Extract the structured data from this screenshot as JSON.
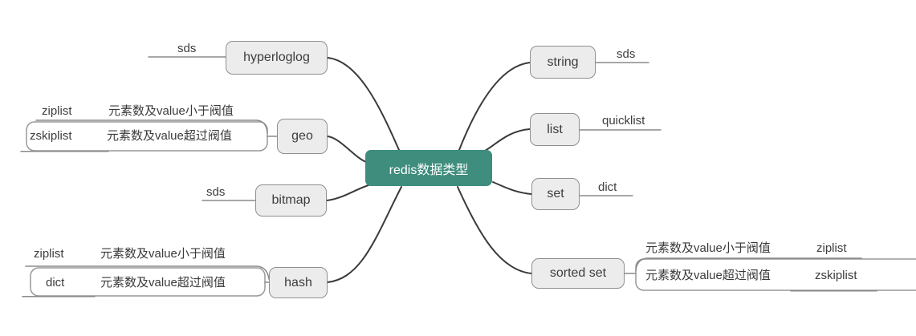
{
  "mindmap": {
    "root": {
      "label": "redis数据类型"
    },
    "left": [
      {
        "label": "hyperloglog",
        "children": [
          {
            "leaf": "sds"
          }
        ]
      },
      {
        "label": "geo",
        "children": [
          {
            "label": "元素数及value小于阀值",
            "leaf": "ziplist"
          },
          {
            "label": "元素数及value超过阀值",
            "leaf": "zskiplist"
          }
        ]
      },
      {
        "label": "bitmap",
        "children": [
          {
            "leaf": "sds"
          }
        ]
      },
      {
        "label": "hash",
        "children": [
          {
            "label": "元素数及value小于阀值",
            "leaf": "ziplist"
          },
          {
            "label": "元素数及value超过阀值",
            "leaf": "dict"
          }
        ]
      }
    ],
    "right": [
      {
        "label": "string",
        "children": [
          {
            "leaf": "sds"
          }
        ]
      },
      {
        "label": "list",
        "children": [
          {
            "leaf": "quicklist"
          }
        ]
      },
      {
        "label": "set",
        "children": [
          {
            "leaf": "dict"
          }
        ]
      },
      {
        "label": "sorted set",
        "children": [
          {
            "label": "元素数及value小于阀值",
            "leaf": "ziplist"
          },
          {
            "label": "元素数及value超过阀值",
            "leaf": "zskiplist"
          }
        ]
      }
    ],
    "colors": {
      "root_bg": "#3e8d7d",
      "root_text": "#ffffff",
      "node_bg": "#ececec",
      "node_border": "#8f8f8f",
      "branch_line": "#3a3a3a",
      "leaf_line": "#8a8a8a",
      "outline_box": "#999999",
      "text": "#3d3d3d"
    }
  }
}
